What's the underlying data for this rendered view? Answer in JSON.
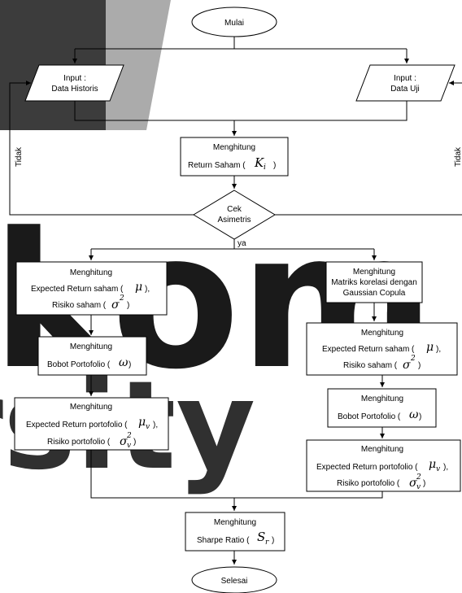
{
  "watermark": {
    "text_line1": "kom",
    "text_line2": "rsity",
    "color": "#1a1a1a"
  },
  "nodes": {
    "start": "Mulai",
    "input_historis": {
      "line1": "Input :",
      "line2": "Data Historis"
    },
    "input_uji": {
      "line1": "Input :",
      "line2": "Data Uji"
    },
    "return_saham": {
      "line1": "Menghitung",
      "line2": "Return Saham (",
      "math": "K",
      "sub": "i",
      "close": ")"
    },
    "cek": {
      "line1": "Cek",
      "line2": "Asimetris"
    },
    "left_expected": {
      "line1": "Menghitung",
      "line2": "Expected Return saham (",
      "math2": "μ",
      "close2": "),",
      "line3": "Risiko saham (",
      "math3": "σ",
      "sup3": "2",
      "close3": ")"
    },
    "left_bobot": {
      "line1": "Menghitung",
      "line2": "Bobot Portofolio (",
      "math": "ω",
      "close": ")"
    },
    "left_portfolio": {
      "line1": "Menghitung",
      "line2": "Expected Return portofolio (",
      "math2": "μ",
      "sub2": "v",
      "close2": "),",
      "line3": "Risiko portofolio (",
      "math3": "σ",
      "sup3": "2",
      "sub3": "v",
      "close3": ")"
    },
    "right_matriks": {
      "line1": "Menghitung",
      "line2": "Matriks korelasi dengan",
      "line3": "Gaussian Copula"
    },
    "right_expected": {
      "line1": "Menghitung",
      "line2": "Expected Return saham (",
      "math2": "μ",
      "close2": "),",
      "line3": "Risiko saham (",
      "math3": "σ",
      "sup3": "2",
      "close3": ")"
    },
    "right_bobot": {
      "line1": "Menghitung",
      "line2": "Bobot Portofolio (",
      "math": "ω",
      "close": ")"
    },
    "right_portfolio": {
      "line1": "Menghitung",
      "line2": "Expected Return portofolio (",
      "math2": "μ",
      "sub2": "v",
      "close2": "),",
      "line3": "Risiko portofolio (",
      "math3": "σ",
      "sup3": "2",
      "sub3": "v",
      "close3": ")"
    },
    "sharpe": {
      "line1": "Menghitung",
      "line2": "Sharpe Ratio (",
      "math": "S",
      "sub": "r",
      "close": ")"
    },
    "end": "Selesai"
  },
  "edge_labels": {
    "tidak_left": "Tidak",
    "tidak_right": "Tidak",
    "ya": "ya"
  }
}
